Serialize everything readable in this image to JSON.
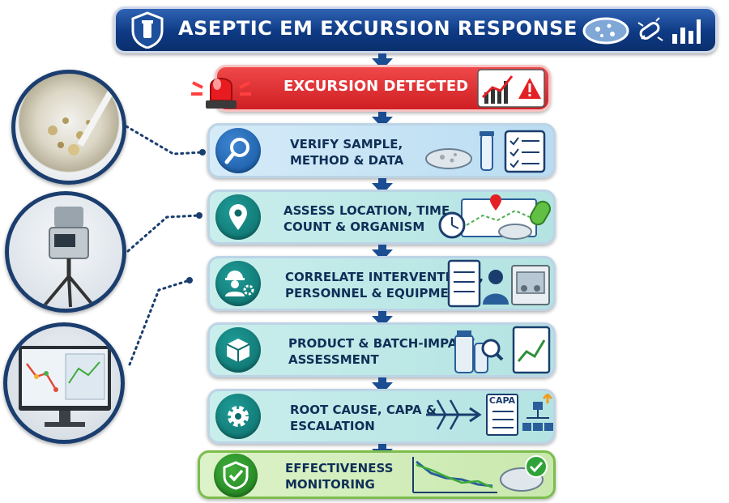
{
  "title": "ASEPTIC EM EXCURSION RESPONSE",
  "steps": [
    {
      "label": "EXCURSION DETECTED",
      "icon": "alarm-light-icon"
    },
    {
      "label": "VERIFY SAMPLE,\nMETHOD & DATA",
      "icon": "magnifier-icon"
    },
    {
      "label": "ASSESS LOCATION, TIME,\nCOUNT & ORGANISM",
      "icon": "location-pin-icon"
    },
    {
      "label": "CORRELATE INTERVENTIONS,\nPERSONNEL & EQUIPMENT",
      "icon": "worker-gear-icon"
    },
    {
      "label": "PRODUCT & BATCH-IMPACT\nASSESSMENT",
      "icon": "box-icon"
    },
    {
      "label": "ROOT CAUSE, CAPA &\nESCALATION",
      "icon": "gear-icon"
    },
    {
      "label": "EFFECTIVENESS\nMONITORING",
      "icon": "shield-check-icon"
    }
  ],
  "capa_badge": "CAPA",
  "colors": {
    "navy": "#0e3a84",
    "red": "#d92a2e",
    "blue_step": "#c7e3f5",
    "teal_step": "#bde8e7",
    "green_step": "#d2edbb"
  }
}
